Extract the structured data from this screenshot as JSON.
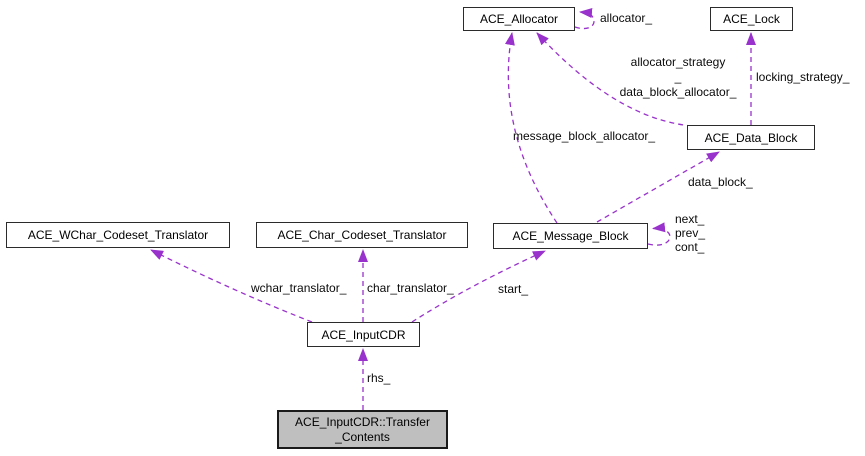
{
  "diagram": {
    "type": "collaboration-graph",
    "colors": {
      "edge": "#9932CC",
      "node_border": "#2b2b2b",
      "node_fill": "#ffffff",
      "highlight_node_fill": "#bfbfbf",
      "background": "#ffffff",
      "text": "#000000"
    },
    "nodes": [
      {
        "id": "ace-allocator",
        "label": "ACE_Allocator"
      },
      {
        "id": "ace-lock",
        "label": "ACE_Lock"
      },
      {
        "id": "ace-data-block",
        "label": "ACE_Data_Block"
      },
      {
        "id": "ace-message-block",
        "label": "ACE_Message_Block"
      },
      {
        "id": "ace-wchar-codeset-translator",
        "label": "ACE_WChar_Codeset_Translator"
      },
      {
        "id": "ace-char-codeset-translator",
        "label": "ACE_Char_Codeset_Translator"
      },
      {
        "id": "ace-inputcdr",
        "label": "ACE_InputCDR"
      },
      {
        "id": "ace-inputcdr-transfer-contents",
        "label_line1": "ACE_InputCDR::Transfer",
        "label_line2": "_Contents"
      }
    ],
    "edge_labels": {
      "allocator_self": "allocator_",
      "strategy_lines": [
        "allocator_strategy",
        "_",
        "data_block_allocator_"
      ],
      "locking_strategy": "locking_strategy_",
      "message_block_allocator": "message_block_allocator_",
      "data_block": "data_block_",
      "message_block_self_lines": [
        "next_",
        "prev_",
        "cont_"
      ],
      "wchar_translator": "wchar_translator_",
      "char_translator": "char_translator_",
      "start": "start_",
      "rhs": "rhs_"
    }
  }
}
